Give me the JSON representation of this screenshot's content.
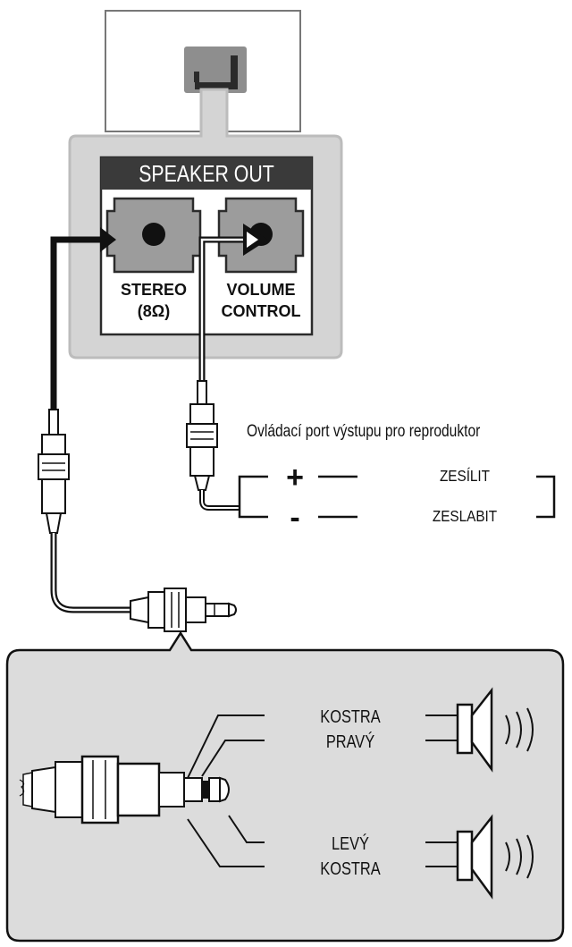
{
  "panel": {
    "title": "SPEAKER OUT",
    "jack_left": {
      "line1": "STEREO",
      "line2": "(8Ω)"
    },
    "jack_right": {
      "line1": "VOLUME",
      "line2": "CONTROL"
    }
  },
  "volume_control": {
    "caption": "Ovládací port výstupu pro reproduktor",
    "plus_symbol": "+",
    "minus_symbol": "-",
    "up_label": "ZESÍLIT",
    "down_label": "ZESLABIT"
  },
  "plug_detail": {
    "labels": {
      "ground_top": "KOSTRA",
      "right": "PRAVÝ",
      "left": "LEVÝ",
      "ground_bottom": "KOSTRA"
    }
  },
  "colors": {
    "panel_gray": "#d6d6d6",
    "jack_gray": "#9c9c9c",
    "title_bar": "#3a3a3a",
    "detail_bg": "#dcdcdc",
    "line": "#111111"
  }
}
